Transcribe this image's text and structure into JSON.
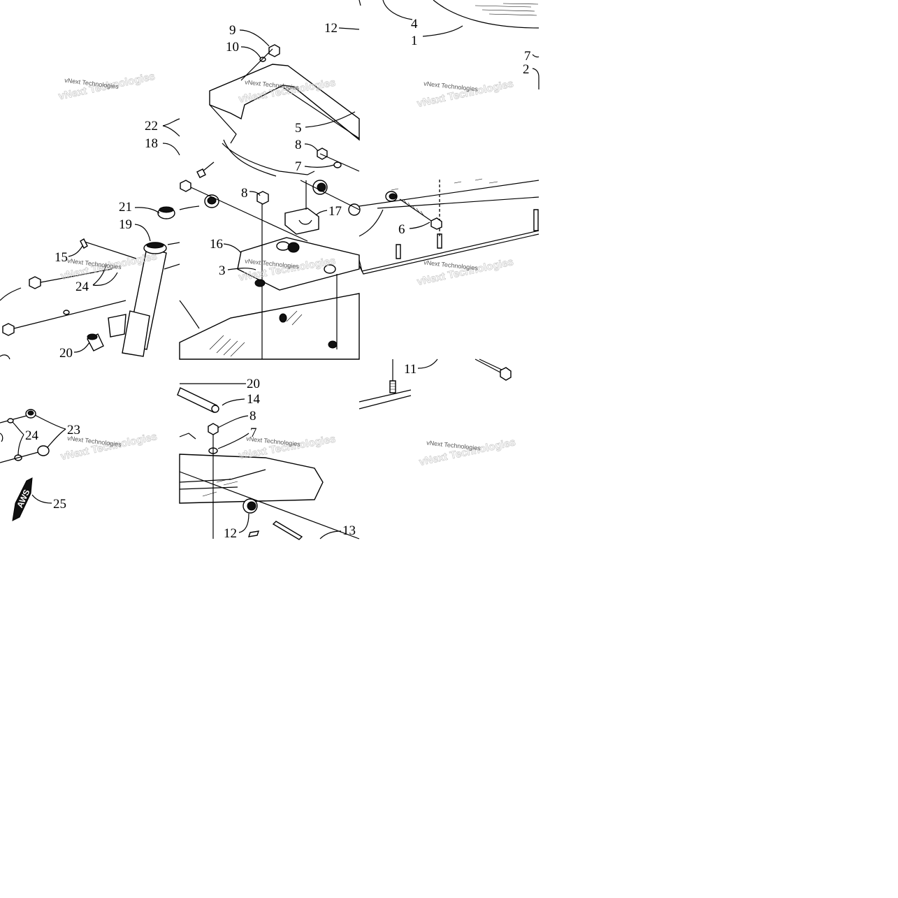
{
  "watermark": "vNext Technologies",
  "callouts": {
    "t1": {
      "n9": "9",
      "n10": "10",
      "n12": "12",
      "n22": "22",
      "n18": "18",
      "n5": "5",
      "n8": "8",
      "n7": "7"
    },
    "t2": {
      "n4": "4",
      "n1": "1",
      "n7": "7",
      "n2": "2"
    },
    "t3": {
      "n21": "21",
      "n19": "19",
      "n15": "15",
      "n24": "24",
      "n20": "20"
    },
    "t4": {
      "n8": "8",
      "n17": "17",
      "n16": "16",
      "n3": "3"
    },
    "t5": {
      "n6": "6"
    },
    "t6": {
      "n23": "23",
      "n24": "24",
      "n25": "25"
    },
    "t7": {
      "n20": "20",
      "n14": "14",
      "n8": "8",
      "n7": "7",
      "n12": "12",
      "n13": "13"
    },
    "t8": {
      "n11": "11"
    }
  },
  "emblem": "AWS"
}
